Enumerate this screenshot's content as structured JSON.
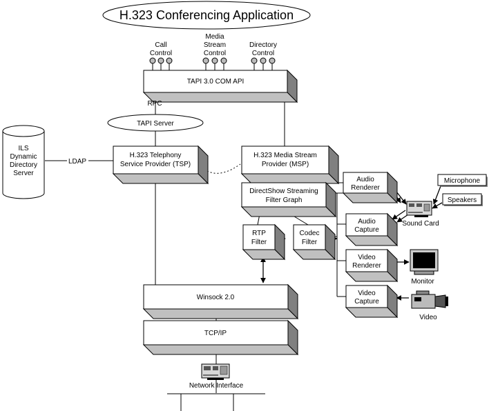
{
  "title": "H.323 Conferencing Application",
  "api_controls": {
    "call": [
      "Call",
      "Control"
    ],
    "media": [
      "Media",
      "Stream",
      "Control"
    ],
    "directory": [
      "Directory",
      "Control"
    ]
  },
  "tapi_api": "TAPI 3.0 COM API",
  "rpc": "RPC",
  "tapi_server": "TAPI Server",
  "ils": [
    "ILS",
    "Dynamic",
    "Directory",
    "Server"
  ],
  "ldap": "LDAP",
  "tsp": [
    "H.323 Telephony",
    "Service Provider (TSP)"
  ],
  "msp": [
    "H.323 Media Stream",
    "Provider (MSP)"
  ],
  "directshow": [
    "DirectShow Streaming",
    "Filter Graph"
  ],
  "rtp_filter": [
    "RTP",
    "Filter"
  ],
  "codec_filter": [
    "Codec",
    "Filter"
  ],
  "audio_renderer": [
    "Audio",
    "Renderer"
  ],
  "audio_capture": [
    "Audio",
    "Capture"
  ],
  "video_renderer": [
    "Video",
    "Renderer"
  ],
  "video_capture": [
    "Video",
    "Capture"
  ],
  "microphone": "Microphone",
  "speakers": "Speakers",
  "sound_card": "Sound Card",
  "monitor": "Monitor",
  "video": "Video",
  "winsock": "Winsock 2.0",
  "tcpip": "TCP/IP",
  "network_interface": "Network Interface"
}
